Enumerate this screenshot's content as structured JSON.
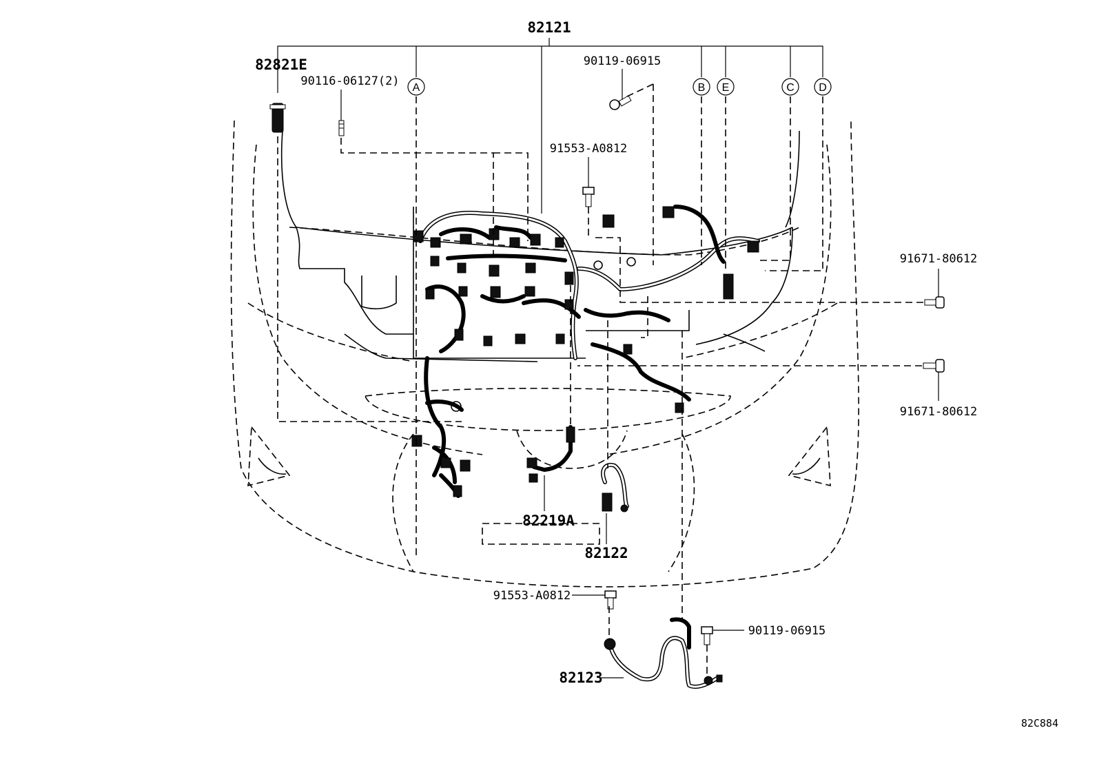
{
  "labels": {
    "main_harness": "82121",
    "relay_block": "82821E",
    "bolt_clamp": "90116-06127(2)",
    "bolt_top": "90119-06915",
    "bolt_harness": "91553-A0812",
    "bolt_right_upper": "91671-80612",
    "bolt_right_lower": "91671-80612",
    "sub_harness": "82219A",
    "ground_wire": "82122",
    "bolt_lower": "91553-A0812",
    "bolt_lower_right": "90119-06915",
    "lower_harness": "82123",
    "diagram_code": "82C884"
  },
  "callouts": {
    "a": "A",
    "b": "B",
    "c": "C",
    "d": "D",
    "e": "E"
  }
}
